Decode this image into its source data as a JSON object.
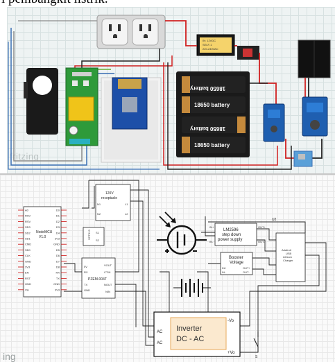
{
  "caption": "i pembangkit listrik.",
  "breadboard_view": {
    "watermark": "fritzing",
    "battery_top": {
      "label": "18650 battery",
      "label_flipped": "18650 battery"
    },
    "battery_bottom": {
      "label": "18650 battery",
      "label_flipped": "18650 battery"
    },
    "relay_module": {
      "lines": [
        "IN: 12VDC",
        "SELF-1",
        "220-240VAC"
      ]
    }
  },
  "schematic_view": {
    "watermark": "ing",
    "nodemcu": {
      "title": "NodeMCU",
      "subtitle": "V1.0",
      "left_pins": [
        "A0",
        "RSV",
        "RSV",
        "SD3",
        "SD2",
        "SD1",
        "CMD",
        "SD0",
        "CLK",
        "GND",
        "3V3",
        "EN",
        "RST",
        "GND",
        "Vin"
      ],
      "right_pins": [
        "D0",
        "D1",
        "D2",
        "D3",
        "D4",
        "3V3",
        "GND",
        "D5",
        "D6",
        "D7",
        "D8",
        "RX",
        "TX",
        "GND",
        "3V3"
      ]
    },
    "receptacle": {
      "lines": [
        "120V",
        "receptacle"
      ],
      "pins": [
        "N1",
        "N2",
        "L1",
        "L2"
      ]
    },
    "ct_sensor": {
      "label": "SCT013",
      "pins": [
        "S1",
        "S2"
      ]
    },
    "pzem": {
      "label": "PZEM-004T",
      "pins_left": [
        "5V",
        "RX",
        "TX",
        "GND"
      ],
      "pins_right": [
        "VOUT",
        "CTIN",
        "NOUT",
        "NIN"
      ]
    },
    "lm2596": {
      "lines": [
        "LM2596",
        "step down",
        "power supply"
      ],
      "pins_left": [
        "IN+",
        "IN-"
      ],
      "pins_right": [
        "OUT+",
        "OUT-"
      ]
    },
    "booster": {
      "lines": [
        "Booster",
        "Voltage"
      ],
      "pins": [
        "IN+",
        "OUT+",
        "IN-",
        "OUT-"
      ]
    },
    "charger": {
      "lines": [
        "Adafruit",
        "USB",
        "Lithium",
        "Charger"
      ],
      "ref": "U2"
    },
    "inverter": {
      "lines": [
        "Inverter",
        "DC - AC"
      ],
      "ac_labels": [
        "AC",
        "AC"
      ],
      "dc_labels": [
        "-Vo",
        "+Vo"
      ]
    },
    "switch": {
      "label": "S"
    }
  }
}
